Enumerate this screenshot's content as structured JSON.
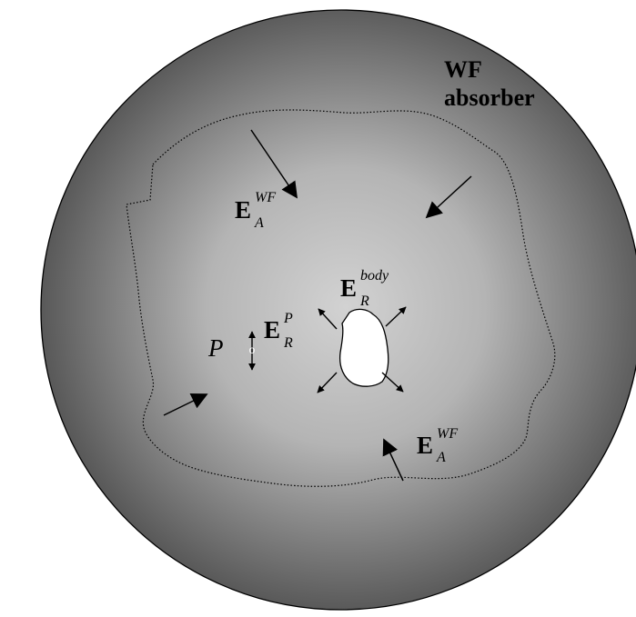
{
  "absorber": {
    "line1": "WF",
    "line2": "absorber"
  },
  "labels": {
    "ea_top": {
      "main": "E",
      "sup": "WF",
      "sub": "A"
    },
    "ea_bottom": {
      "main": "E",
      "sup": "WF",
      "sub": "A"
    },
    "er_body": {
      "main": "E",
      "sup": "body",
      "sub": "R"
    },
    "er_p": {
      "main": "E",
      "sup": "P",
      "sub": "R"
    },
    "point_p": "P",
    "point_marker": "o"
  },
  "colors": {
    "gradient_center": "#d2d2d2",
    "gradient_mid": "#b4b4b4",
    "gradient_edge": "#565656",
    "outline": "#000000",
    "body_fill": "#ffffff"
  }
}
